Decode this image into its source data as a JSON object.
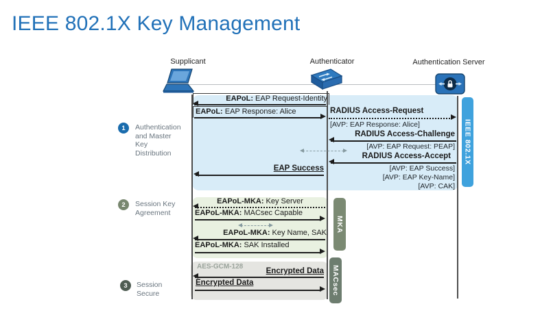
{
  "title": "IEEE 802.1X Key Management",
  "entities": {
    "supplicant": "Supplicant",
    "authenticator": "Authenticator",
    "auth_server": "Authentication Server"
  },
  "phases": [
    {
      "num": "1",
      "lines": [
        "Authentication",
        "and Master",
        "Key",
        "Distribution"
      ]
    },
    {
      "num": "2",
      "lines": [
        "Session Key",
        "Agreement"
      ]
    },
    {
      "num": "3",
      "lines": [
        "Session",
        "Secure"
      ]
    }
  ],
  "bars": {
    "dot1x": "IEEE 802.1X",
    "mka": "MKA",
    "macsec": "MACsec"
  },
  "messages": {
    "eapol_request_identity": {
      "prefix": "EAPoL:",
      "text": "EAP Request-Identity"
    },
    "eapol_response_alice": {
      "prefix": "EAPoL:",
      "text": "EAP Response: Alice"
    },
    "radius_access_request": {
      "title": "RADIUS Access-Request",
      "avp": [
        "[AVP: EAP Response: Alice]"
      ]
    },
    "radius_access_challenge": {
      "title": "RADIUS Access-Challenge",
      "avp": [
        "[AVP: EAP Request: PEAP]"
      ]
    },
    "radius_access_accept": {
      "title": "RADIUS Access-Accept",
      "avp": [
        "[AVP: EAP Success]",
        "[AVP: EAP Key-Name]",
        "[AVP: CAK]"
      ]
    },
    "eap_success": "EAP Success",
    "mka_key_server": {
      "prefix": "EAPoL-MKA:",
      "text": "Key Server"
    },
    "mka_macsec_capable": {
      "prefix": "EAPoL-MKA:",
      "text": "MACsec Capable"
    },
    "mka_key_name_sak": {
      "prefix": "EAPoL-MKA:",
      "text": "Key Name, SAK"
    },
    "mka_sak_installed": {
      "prefix": "EAPoL-MKA:",
      "text": "SAK Installed"
    },
    "encrypted_data_to_supplicant": "Encrypted Data",
    "encrypted_data_to_authenticator": "Encrypted Data",
    "cipher_note": "AES-GCM-128"
  },
  "colors": {
    "title": "#2171b8",
    "phase1_bg": "#d8ecf8",
    "phase2_bg": "#e9f1e1",
    "phase3_bg": "#e5e5e1",
    "dot1x_bar": "#3fa2dd",
    "mka_bar": "#7b8a73",
    "macsec_bar": "#6d7d6f",
    "phase1_badge": "#1a6cad",
    "phase2_badge": "#78876f",
    "phase3_badge": "#4e5c52"
  }
}
